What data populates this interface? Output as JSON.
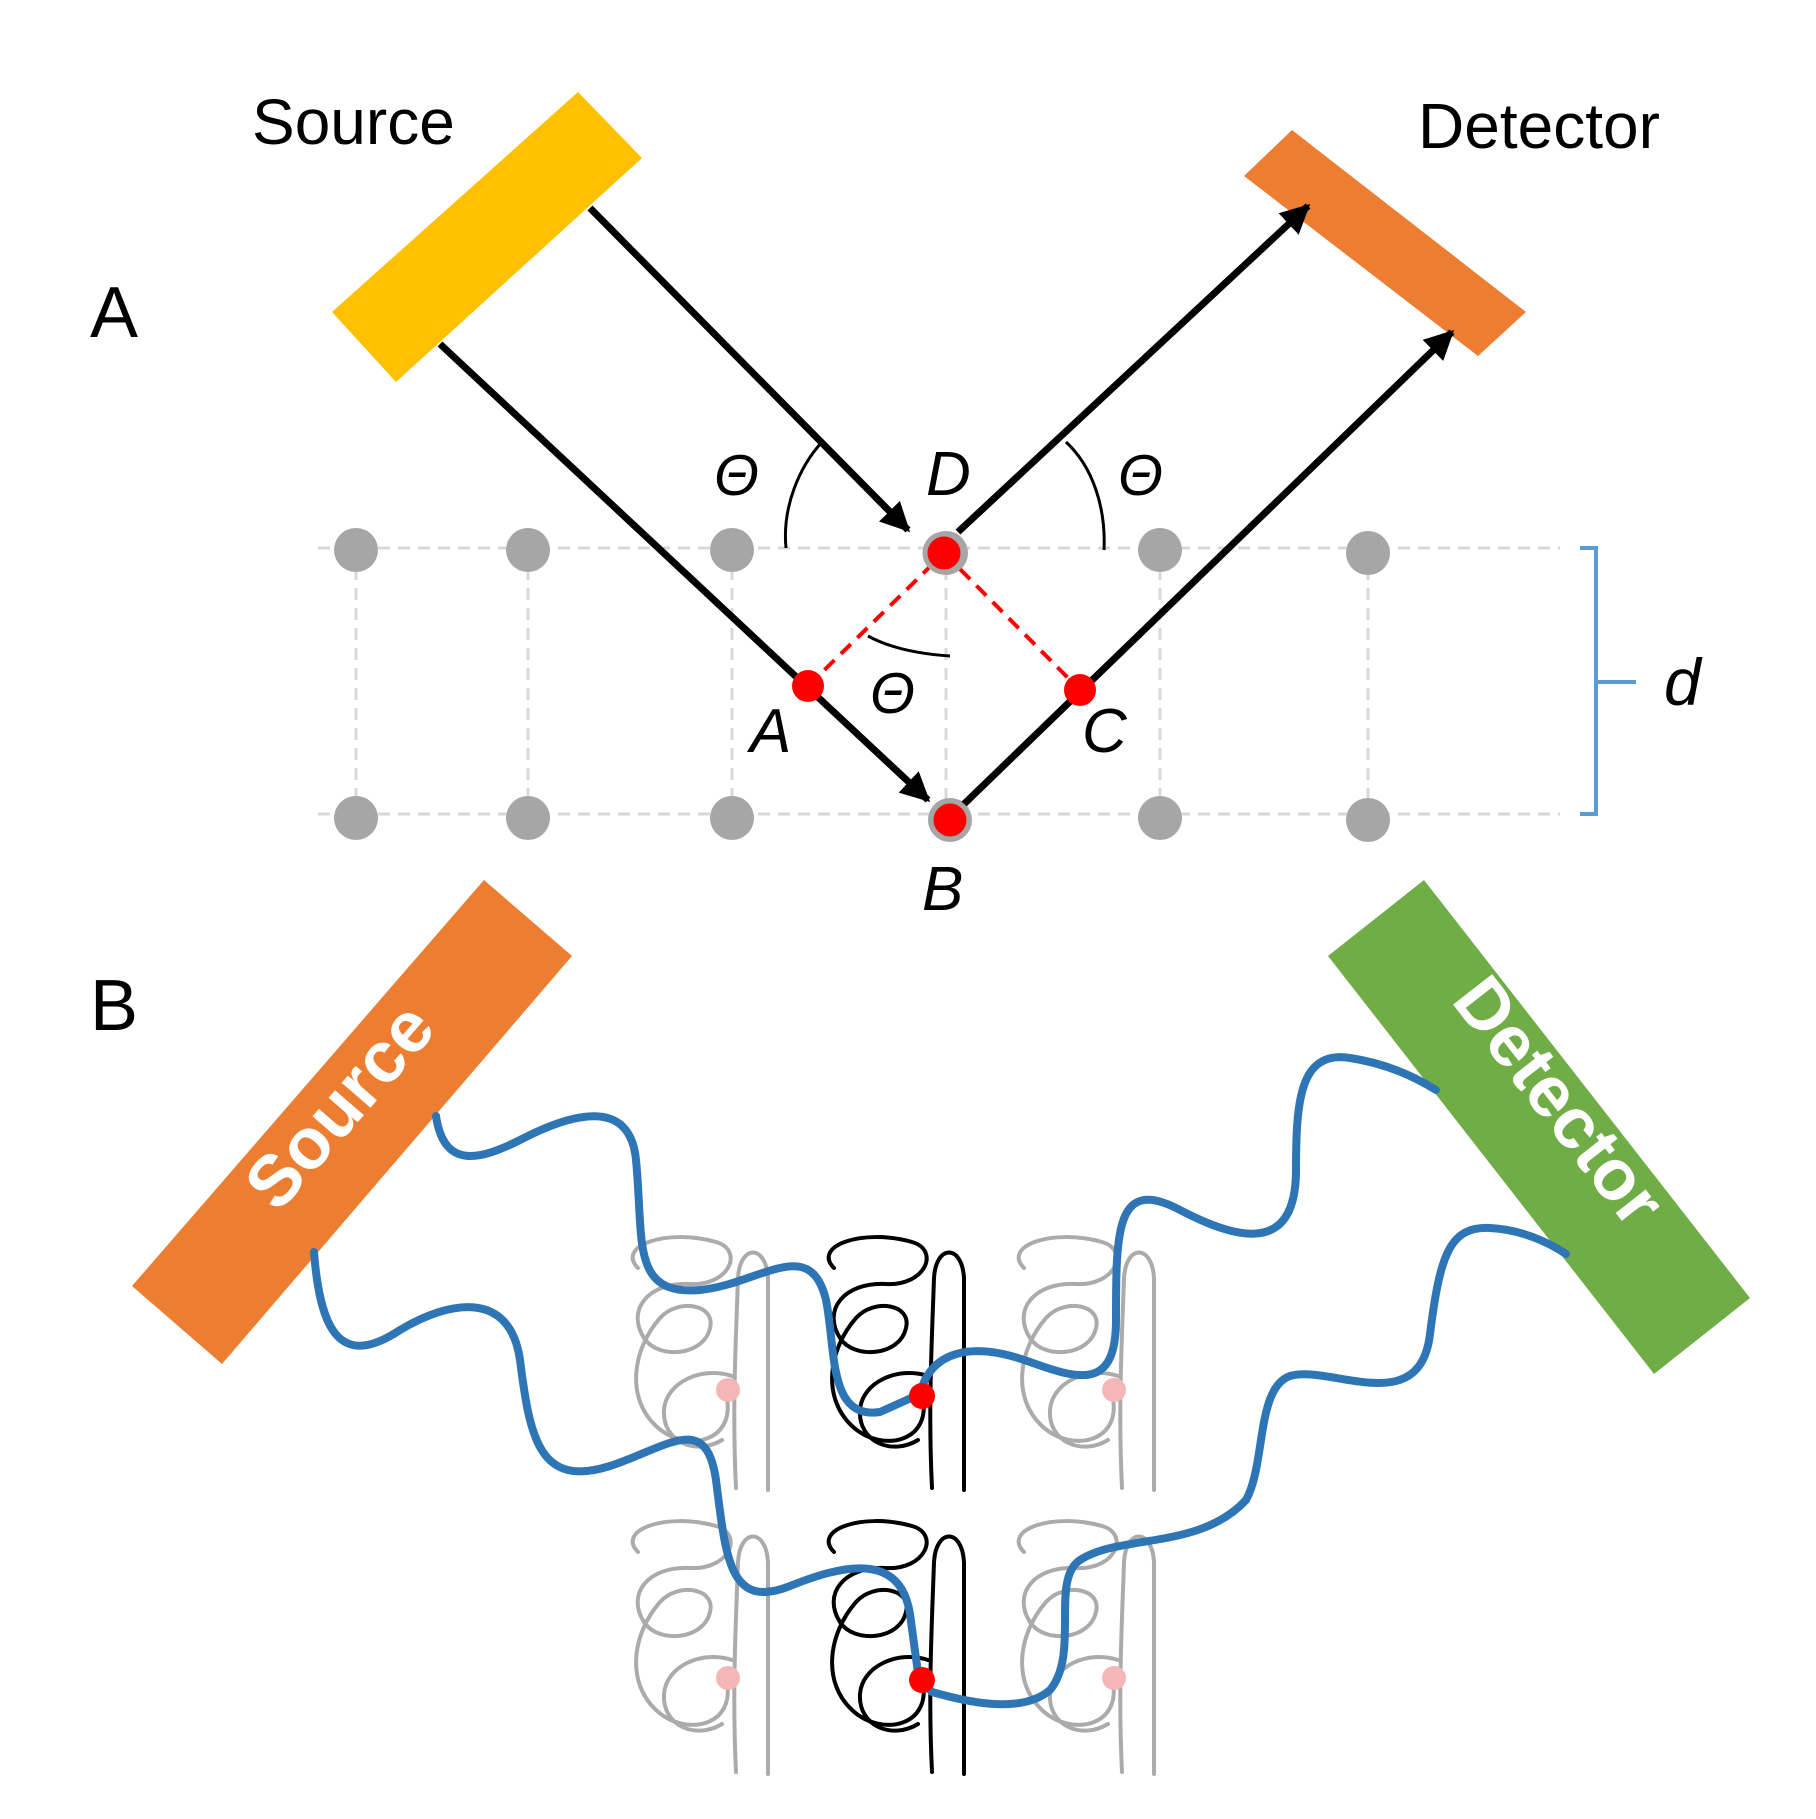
{
  "panel_a": {
    "panel_label": "A",
    "source_label": "Source",
    "detector_label": "Detector",
    "theta_symbol": "Θ",
    "point_a": "A",
    "point_b": "B",
    "point_c": "C",
    "point_d": "D",
    "spacing_label": "d"
  },
  "panel_b": {
    "panel_label": "B",
    "source_label": "Source",
    "detector_label": "Detector"
  },
  "colors": {
    "source_a": "#FFC000",
    "detector_a": "#ED7D31",
    "source_b": "#ED7D31",
    "detector_b": "#70AD47",
    "wave": "#2E75B6",
    "scatter_point": "#FF0000",
    "lattice_point": "#A6A6A6",
    "bracket": "#5B9BD5"
  }
}
